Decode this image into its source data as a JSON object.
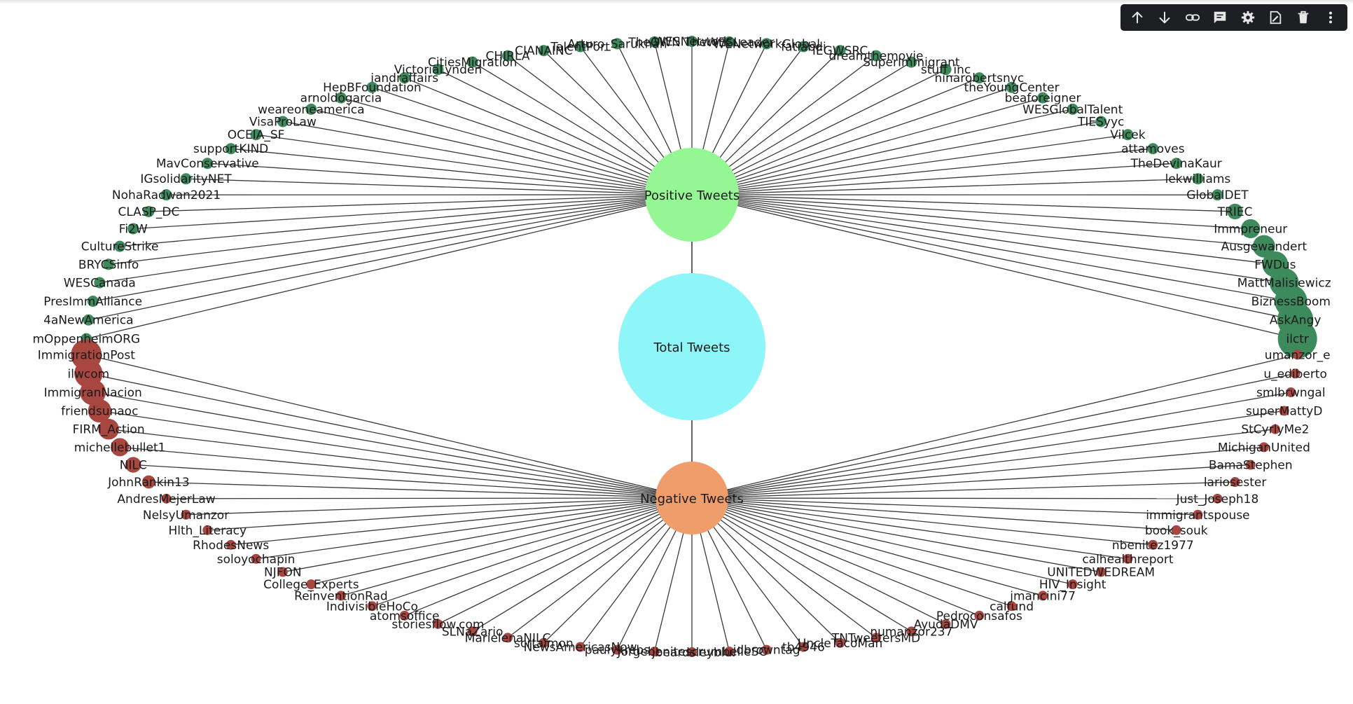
{
  "chart_data": {
    "type": "network",
    "nodes": {
      "total": {
        "label": "Total Tweets",
        "color": "#8ef6f8"
      },
      "positive": {
        "label": "Positive Tweets",
        "color": "#94f794"
      },
      "negative": {
        "label": "Negative Tweets",
        "color": "#ee9d6b"
      }
    },
    "edges": [
      [
        "Total Tweets",
        "Positive Tweets"
      ],
      [
        "Total Tweets",
        "Negative Tweets"
      ]
    ],
    "positive_color": "#3d8a5c",
    "negative_color": "#a84640",
    "positive_accounts": [
      "mOppenheimORG",
      "4aNewAmerica",
      "PresImmAlliance",
      "WESCanada",
      "BRYCSinfo",
      "CultureStrike",
      "Fi2W",
      "CLASP_DC",
      "NohaRadwan2021",
      "IGsolidarityNET",
      "MavConservative",
      "supportKIND",
      "OCEIA_SF",
      "VisaProLaw",
      "weareoneamerica",
      "arnoldogarcia",
      "HepBFoundation",
      "iandraffairs",
      "VictoriaLynden",
      "CitiesMigration",
      "CHIRLA",
      "CIANAINC",
      "TalentPort",
      "Arturo_Sarukhan",
      "TheOWN",
      "WESNetwork",
      "TheWESLeader",
      "WENetworkGlobal",
      "fatiabdi",
      "IEGWSRC",
      "dreamthemovie",
      "SuperImmigrant",
      "stuff_inc",
      "ninarobertsnyc",
      "theYoungCenter",
      "beaforeigner",
      "WESGlobalTalent",
      "TIESyyc",
      "Vilcek",
      "attamoves",
      "TheDevinaKaur",
      "lekwilliams",
      "GlobalDET",
      "TRIEC",
      "Immpreneur",
      "Ausgewandert",
      "FWDus",
      "MattMalisiewicz",
      "BiznessBoom",
      "AskAngy",
      "ilctr"
    ],
    "negative_accounts": [
      "ImmigrationPost",
      "ilwcom",
      "ImmigranNacion",
      "friendsunaoc",
      "FIRM_Action",
      "michellebullet1",
      "NILC",
      "JohnRankin13",
      "AndresMejerLaw",
      "NelsyUmanzor",
      "Hlth_Literacy",
      "RhodesNews",
      "soloyochapin",
      "NJFON",
      "College_Experts",
      "ReinventionRad",
      "IndivisibleHoCo",
      "atomsoffice",
      "storiesflow.com",
      "SLNaZario",
      "MarielenaNILC",
      "scrtaimon",
      "NewsAmericasNow",
      "paulykrebs",
      "Jorgebenites",
      "jbeardsleyblu",
      "crumbelleSC",
      "jdbrowntag",
      "tb4946",
      "UncleTacoMan",
      "TNTweetersMD",
      "numanzor237",
      "AyudaDMV",
      "Pedroconsafos",
      "calfund",
      "jmancini77",
      "HIV_Insight",
      "UNITEDWEDREAM",
      "calhealthreport",
      "nbenitez1977",
      "book_souk",
      "immigrantspouse",
      "Just_Joseph18",
      "lariosester",
      "BamaStephen",
      "MichiganUnited",
      "StCyrlyMe2",
      "superMattyD",
      "smlbrwngal",
      "u_ediberto",
      "umanzor_e"
    ]
  },
  "toolbar": {
    "buttons": [
      {
        "name": "move-up-button",
        "icon": "arrow-up-icon"
      },
      {
        "name": "move-down-button",
        "icon": "arrow-down-icon"
      },
      {
        "name": "link-button",
        "icon": "link-icon"
      },
      {
        "name": "comment-button",
        "icon": "comment-icon"
      },
      {
        "name": "settings-button",
        "icon": "gear-icon"
      },
      {
        "name": "edit-cell-button",
        "icon": "edit-icon"
      },
      {
        "name": "delete-button",
        "icon": "trash-icon"
      },
      {
        "name": "more-button",
        "icon": "more-vert-icon"
      }
    ]
  }
}
